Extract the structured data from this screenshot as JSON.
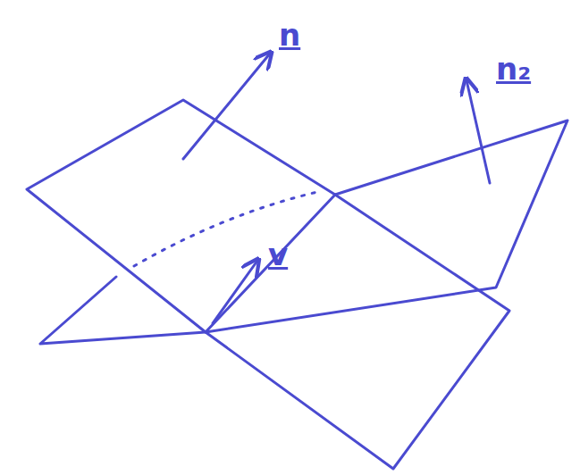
{
  "diagram": {
    "labels": [
      "n",
      "n₂",
      "v"
    ]
  }
}
